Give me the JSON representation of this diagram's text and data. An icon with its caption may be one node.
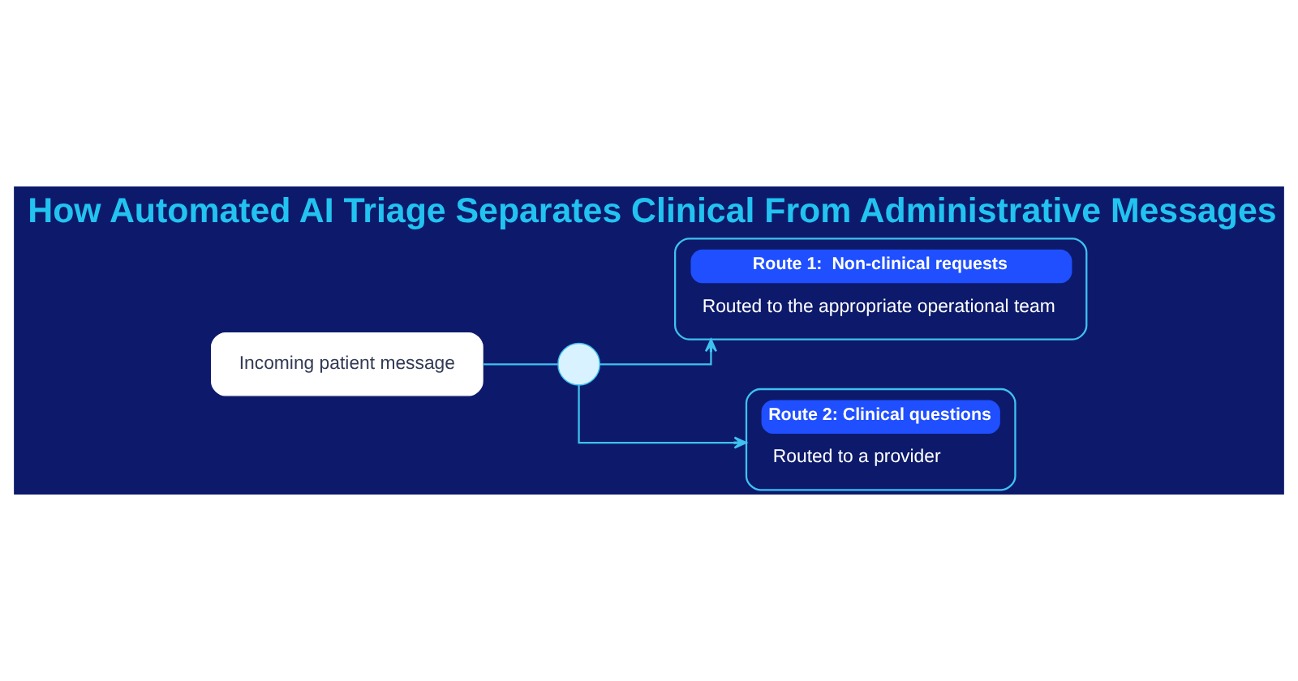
{
  "diagram": {
    "title": "How Automated AI Triage Separates Clinical From Administrative Messages",
    "nodes": [
      {
        "text": [
          "Incoming patient message"
        ]
      },
      {
        "text": [],
        "shape": "circle"
      },
      {
        "text": [
          "Route 1:  Non-clinical requests",
          "Routed to the appropriate operational team"
        ]
      },
      {
        "text": [
          "Route 2: Clinical questions",
          "Routed to a provider"
        ]
      }
    ],
    "edges": [
      {
        "from": 0,
        "to": 1,
        "arrow": "none"
      },
      {
        "from": 1,
        "to": 2,
        "arrow": "to"
      },
      {
        "from": 1,
        "to": 3,
        "arrow": "to"
      }
    ]
  }
}
